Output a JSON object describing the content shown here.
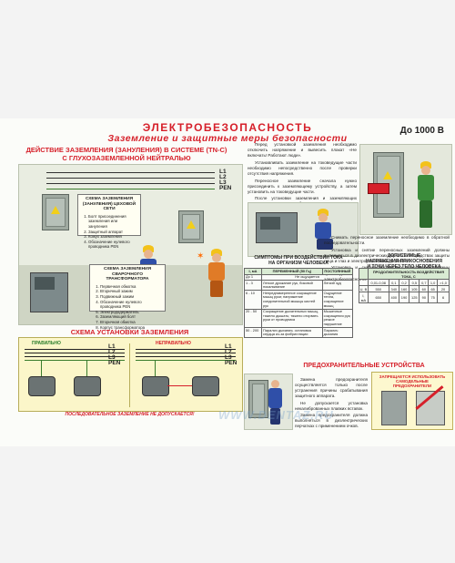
{
  "poster": {
    "title": "ЭЛЕКТРОБЕЗОПАСНОСТЬ",
    "subtitle": "Заземление и защитные меры безопасности",
    "voltage": "До 1000 В"
  },
  "left_section": {
    "heading_line1": "ДЕЙСТВИЕ ЗАЗЕМЛЕНИЯ (ЗАНУЛЕНИЯ) В СИСТЕМЕ (TN-C)",
    "heading_line2": "С ГЛУХОЗАЗЕМЛЕННОЙ НЕЙТРАЛЬЮ",
    "wires": [
      "L1",
      "L2",
      "L3",
      "PEN"
    ],
    "callout1": {
      "title": "СХЕМА ЗАЗЕМЛЕНИЯ (ЗАНУЛЕНИЯ) ЦЕХОВОЙ СЕТИ",
      "items": [
        "Болт присоединения заземления или зануления",
        "Защитный аппарат",
        "Кожух заземления",
        "Обозначение нулевого проводника PEN"
      ]
    },
    "callout2": {
      "title": "СХЕМА ЗАЗЕМЛЕНИЯ СВАРОЧНОГО ТРАНСФОРМАТОРА",
      "items": [
        "Первичная обмотка",
        "Вторичный зажим",
        "Подвижный зажим",
        "Обозначение нулевого проводника PEN",
        "Электрододержатель",
        "Заземляющий болт",
        "Вторичная обмотка",
        "Корпус трансформатора"
      ]
    }
  },
  "middle_text": [
    "Перед установкой заземления необходимо отключить напряжение и вывесить плакат «Не включать! Работают люди».",
    "Устанавливать заземление на токоведущие части необходимо непосредственно после проверки отсутствия напряжения.",
    "Переносное заземление сначала нужно присоединить к заземляющему устройству, а затем установить на токоведущие части.",
    "После установки заземления и заземляющих проводников должны быть вывешены плакаты «Заземлено»."
  ],
  "right_text": [
    "Снимать переносное заземление необходимо в обратной последовательности.",
    "Установка и снятие переносных заземлений должны выполняться в диэлектрических перчатках и средствах защиты лица и глаз и электроустановках до 1000 В.",
    "Установка и снятие переносных заземлений должны производиться персоналом с III группой по электробезопасности."
  ],
  "sym_table": {
    "title_line1": "СИМПТОМЫ ПРИ ВОЗДЕЙСТВИИ ТОКА",
    "title_line2": "НА ОРГАНИЗМ ЧЕЛОВЕКА",
    "headers": [
      "I, мА",
      "ПЕРЕМЕННЫЙ (50 Гц)",
      "ПОСТОЯННЫЙ"
    ],
    "rows": [
      [
        "До 1",
        "Не ощущается",
        ""
      ],
      [
        "1 - 3",
        "Легкое дрожание рук, боковой покалывание",
        "Легкий зуд"
      ],
      [
        "6 - 10",
        "Непреднамеренное сокращение мышц руки; напряжение соединительной мышцы кистей рук",
        "Ощущение тепла, сокращение мышц"
      ],
      [
        "20 - 50",
        "Сокращение дыхательных мышц, тяжело дышать; тяжело оторвать руки от проводника",
        "Мышечные сокращения рук; резкое нарушение"
      ],
      [
        "50 - 200",
        "Паралич дыхания, остановка сердца из-за фибрилляции",
        "Паралич дыхания"
      ]
    ]
  },
  "perm_table": {
    "title_line1": "ДОПУСТИМЫЕ",
    "title_line2": "НАПРЯЖЕНИЯ ПРИКОСНОВЕНИЯ",
    "title_line3": "И ТОКИ ЧЕРЕЗ ТЕЛО ЧЕЛОВЕКА",
    "header_line": "ПРОДОЛЖИТЕЛЬНОСТЬ ВОЗДЕЙСТВИЯ ТОКА, С",
    "durations": [
      "0,01-0,08",
      "0,1",
      "0,2",
      "0,5",
      "0,7",
      "1,0",
      ">1,0"
    ],
    "voltage_label": "U, В",
    "voltage_values": [
      "550",
      "340",
      "160",
      "105",
      "60",
      "65",
      "20"
    ],
    "current_label": "I, мА",
    "current_values": [
      "650",
      "400",
      "190",
      "125",
      "90",
      "75",
      "6"
    ]
  },
  "scheme": {
    "title": "СХЕМА УСТАНОВКИ ЗАЗЕМЛЕНИЯ",
    "left_label": "ПРАВИЛЬНО",
    "right_label": "НЕПРАВИЛЬНО",
    "wires": [
      "L1",
      "L2",
      "L3",
      "PEN"
    ],
    "footer": "ПОСЛЕДОВАТЕЛЬНОЕ ЗАЗЕМЛЕНИЕ НЕ ДОПУСКАЕТСЯ!"
  },
  "protective": {
    "title": "ПРЕДОХРАНИТЕЛЬНЫЕ УСТРОЙСТВА",
    "text": [
      "Замена предохранителя осуществляется только после устранения причины срабатывания защитного аппарата.",
      "Не допускается установка некалиброванных плавких вставок.",
      "Замена предохранителя должна выполняться в диэлектрических перчатках с применением очков."
    ],
    "forbid_line1": "ЗАПРЕЩАЕТСЯ ИСПОЛЬЗОВАТЬ",
    "forbid_line2": "САМОДЕЛЬНЫЕ",
    "forbid_line3": "ПРЕДОХРАНИТЕЛИ"
  },
  "watermark": "WWW.DENTAZ.RU",
  "colors": {
    "accent_red": "#d6202a",
    "scheme_bg": "#fbf6c9",
    "table_header": "#d9ebd3",
    "warning_yellow": "#f2cf1b"
  }
}
